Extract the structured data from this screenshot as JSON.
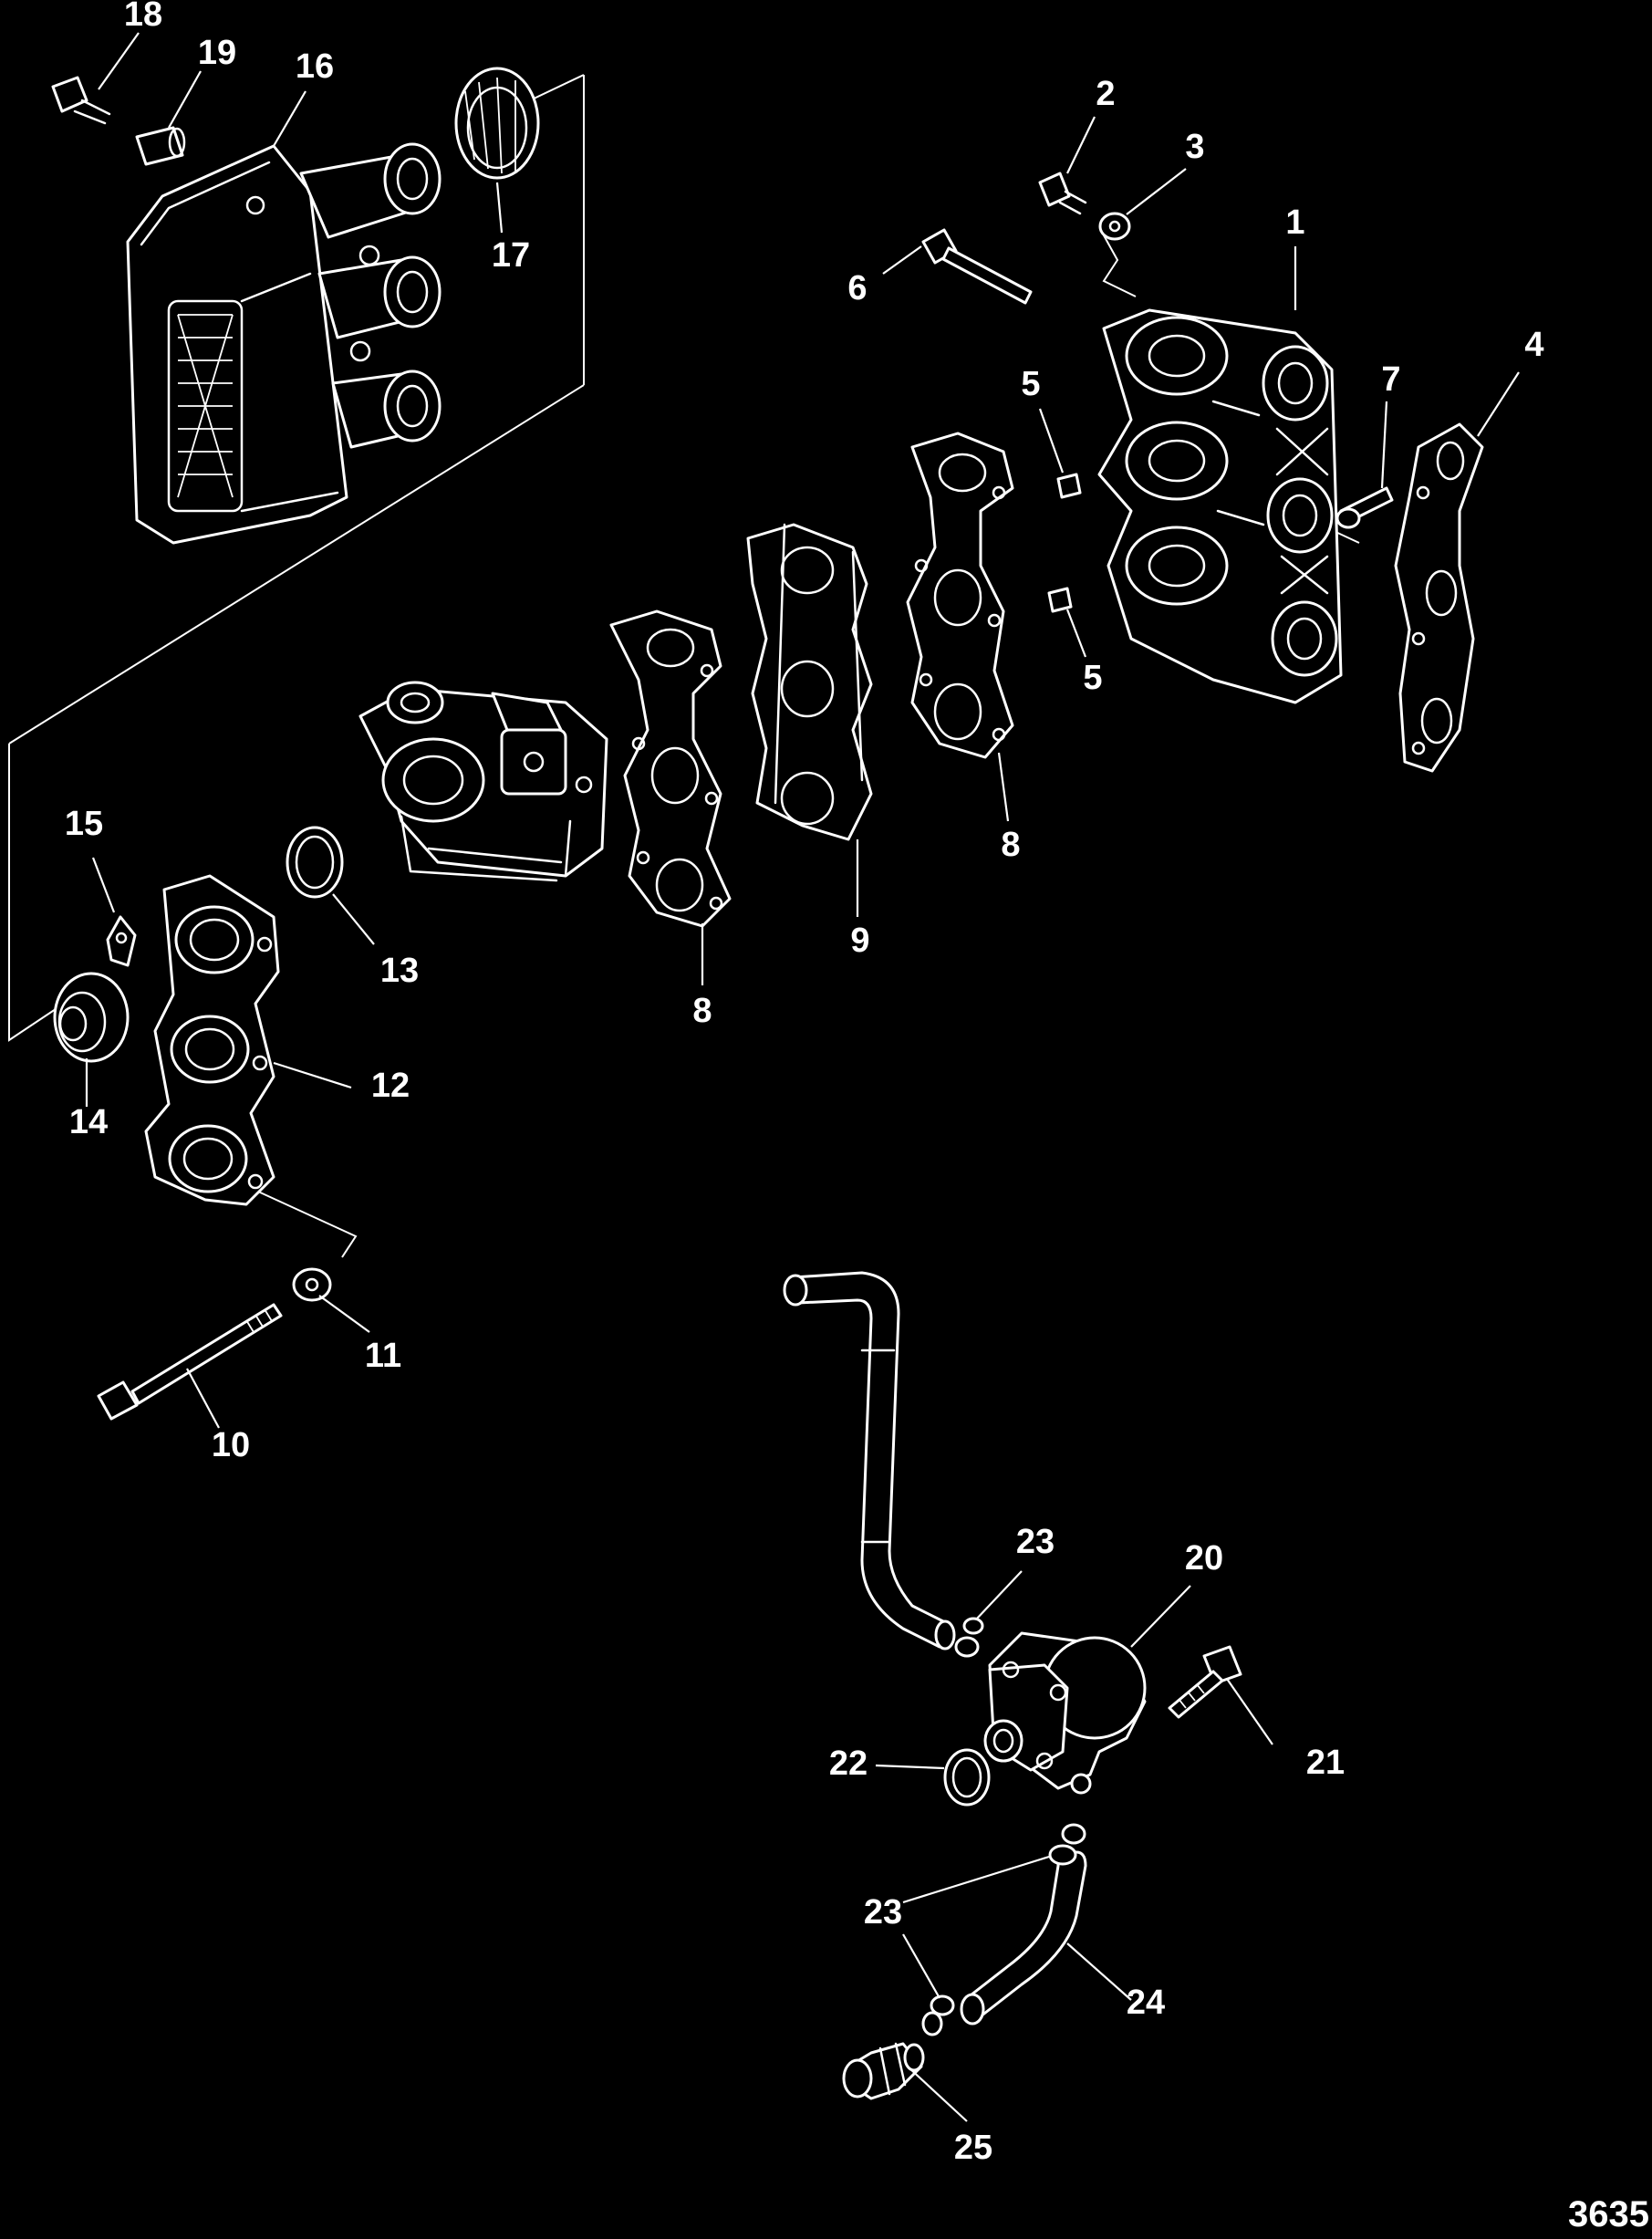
{
  "figure_number": "3635",
  "callouts": [
    {
      "id": "c18a",
      "label": "18"
    },
    {
      "id": "c19",
      "label": "19"
    },
    {
      "id": "c16",
      "label": "16"
    },
    {
      "id": "c17",
      "label": "17"
    },
    {
      "id": "c2",
      "label": "2"
    },
    {
      "id": "c3",
      "label": "3"
    },
    {
      "id": "c1",
      "label": "1"
    },
    {
      "id": "c6",
      "label": "6"
    },
    {
      "id": "c4",
      "label": "4"
    },
    {
      "id": "c5a",
      "label": "5"
    },
    {
      "id": "c7",
      "label": "7"
    },
    {
      "id": "c5b",
      "label": "5"
    },
    {
      "id": "c8a",
      "label": "8"
    },
    {
      "id": "c9",
      "label": "9"
    },
    {
      "id": "c8b",
      "label": "8"
    },
    {
      "id": "c15",
      "label": "15"
    },
    {
      "id": "c13",
      "label": "13"
    },
    {
      "id": "c14",
      "label": "14"
    },
    {
      "id": "c12",
      "label": "12"
    },
    {
      "id": "c11",
      "label": "11"
    },
    {
      "id": "c10",
      "label": "10"
    },
    {
      "id": "c23a",
      "label": "23"
    },
    {
      "id": "c20",
      "label": "20"
    },
    {
      "id": "c22",
      "label": "22"
    },
    {
      "id": "c21",
      "label": "21"
    },
    {
      "id": "c23b",
      "label": "23"
    },
    {
      "id": "c24",
      "label": "24"
    },
    {
      "id": "c25",
      "label": "25"
    }
  ]
}
